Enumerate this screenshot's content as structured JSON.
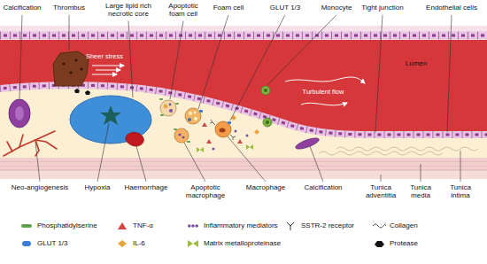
{
  "diagram": {
    "labels": [
      "Calcification",
      "Thrombus",
      "Large lipid rich necrotic core",
      "Apoptotic foam cell",
      "Foam cell",
      "GLUT 1/3",
      "Monocyte",
      "Tight junction",
      "Endothelial cells",
      "Lumen",
      "Sheer stress",
      "Turbulent flow",
      "Neo-angiogenesis",
      "Hypoxia",
      "Haemorrhage",
      "Apoptotic macrophage",
      "Macrophage",
      "Calcification",
      "Tunica adventitia",
      "Tunica media",
      "Tunica intima"
    ],
    "legend": [
      {
        "text": "Phosphatidylserine",
        "color": "#5fa04e"
      },
      {
        "text": "TNF-α",
        "color": "#d64541"
      },
      {
        "text": "Inflammatory mediators",
        "color": "#7b4fa0"
      },
      {
        "text": "SSTR-2 receptor"
      },
      {
        "text": "Collagen"
      },
      {
        "text": "GLUT 1/3",
        "color": "#3b7dd8"
      },
      {
        "text": "IL-6",
        "color": "#e8a33d"
      },
      {
        "text": "Matrix metalloproteinase",
        "color": "#9bbd3a"
      },
      {
        "text": "Protease",
        "color": "#111111"
      }
    ]
  }
}
